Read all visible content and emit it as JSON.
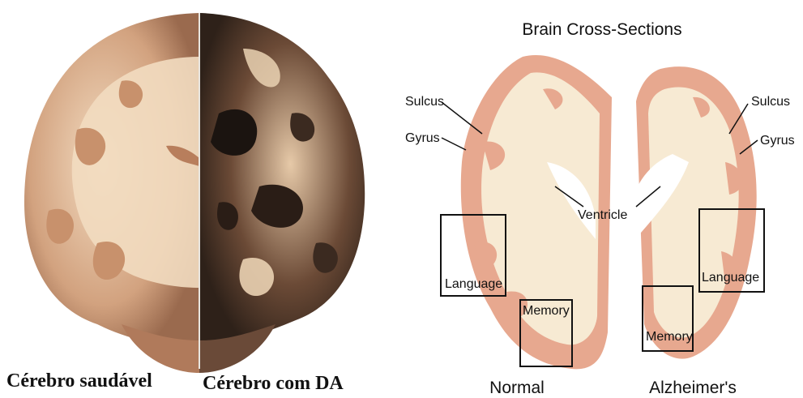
{
  "photo": {
    "left_caption": "Cérebro saudável",
    "right_caption": "Cérebro com DA"
  },
  "diagram": {
    "title": "Brain Cross-Sections",
    "labels": {
      "sulcus_left": "Sulcus",
      "gyrus_left": "Gyrus",
      "sulcus_right": "Sulcus",
      "gyrus_right": "Gyrus",
      "ventricle": "Ventricle",
      "language_left": "Language",
      "memory_left": "Memory",
      "language_right": "Language",
      "memory_right": "Memory"
    },
    "panel_normal": "Normal",
    "panel_alzheimers": "Alzheimer's"
  }
}
